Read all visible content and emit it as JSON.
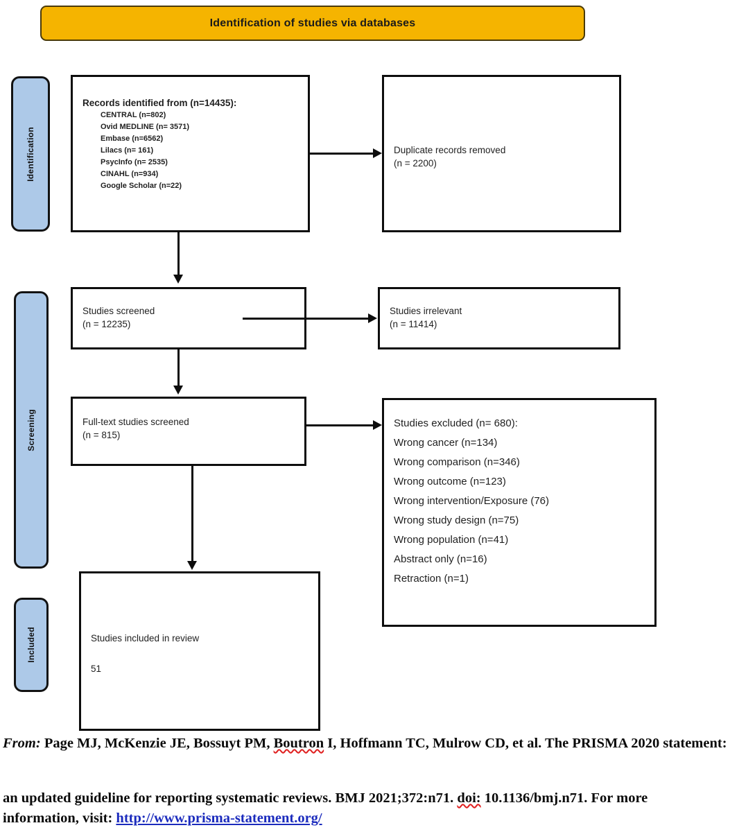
{
  "banner": {
    "label": "Identification of studies via databases"
  },
  "stages": [
    {
      "id": "identification",
      "label": "Identification"
    },
    {
      "id": "screening",
      "label": "Screening"
    },
    {
      "id": "included",
      "label": "Included"
    }
  ],
  "boxes": {
    "records_identified": {
      "title": "Records identified from (n=14435):",
      "sources": [
        "CENTRAL (n=802)",
        "Ovid MEDLINE (n= 3571)",
        "Embase (n=6562)",
        "Lilacs (n= 161)",
        "PsycInfo (n= 2535)",
        "CINAHL (n=934)",
        "Google Scholar (n=22)"
      ]
    },
    "duplicates_removed": {
      "line1": "Duplicate records removed",
      "line2": "(n = 2200)"
    },
    "studies_screened": {
      "line1": "Studies screened",
      "line2": "(n = 12235)"
    },
    "studies_irrelevant": {
      "line1": "Studies irrelevant",
      "line2": "(n = 11414)"
    },
    "fulltext_screened": {
      "line1": "Full-text studies screened",
      "line2": "(n = 815)"
    },
    "studies_excluded": {
      "title": "Studies excluded (n= 680):",
      "reasons": [
        "Wrong cancer (n=134)",
        "Wrong comparison (n=346)",
        "Wrong outcome (n=123)",
        "Wrong intervention/Exposure (76)",
        "Wrong study design (n=75)",
        "Wrong population (n=41)",
        "Abstract only (n=16)",
        "Retraction (n=1)"
      ]
    },
    "studies_included": {
      "line1": "Studies included in review",
      "line2": "51"
    }
  },
  "citation": {
    "from_label": "From:",
    "line1_a": "Page MJ, McKenzie JE, Bossuyt PM,",
    "line1_misspelled": "Boutron",
    "line1_b": "I, Hoffmann TC, Mulrow CD, et al. The",
    "line2": "PRISMA 2020 statement:",
    "line3_a": "an updated guideline for reporting systematic reviews. BMJ 2021;372:n71.",
    "line3_misspelled": "doi:",
    "line4_a": "10.1136/bmj.n71. For more information, visit:",
    "link": "http://www.prisma-statement.org/"
  },
  "colors": {
    "banner_fill": "#f5b400",
    "stage_fill": "#adc9e8",
    "box_border": "#0d0d0d",
    "link": "#1b2bbd",
    "spellcheck": "#e02020"
  }
}
